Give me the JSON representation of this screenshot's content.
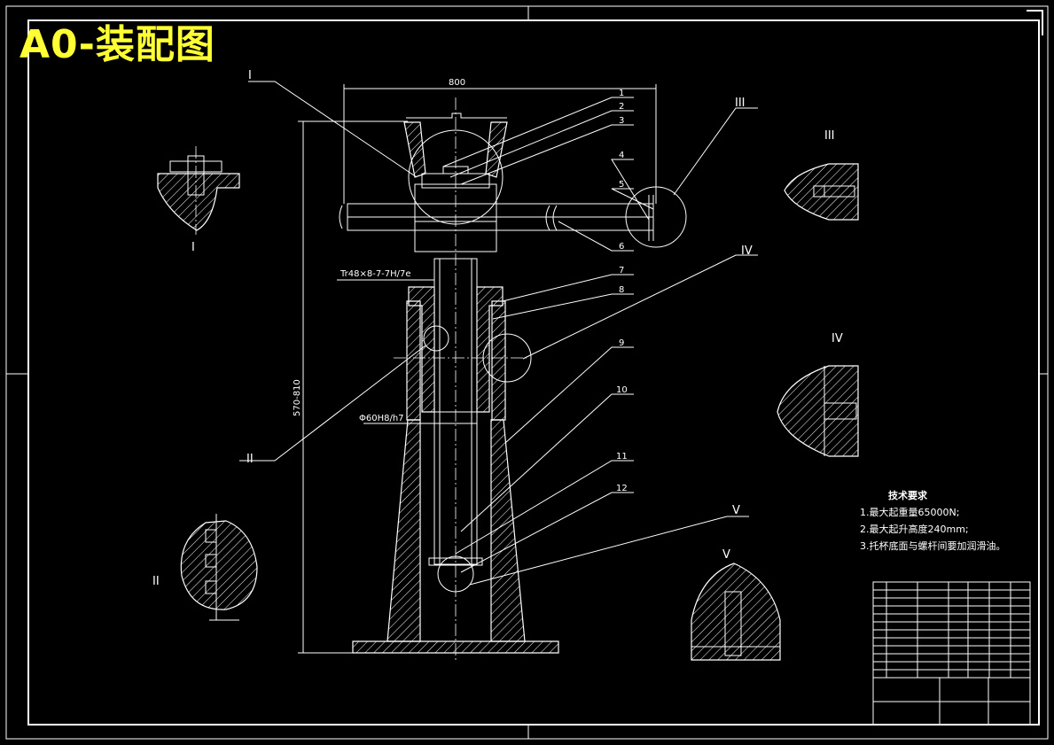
{
  "drawing": {
    "title": "A0-装配图",
    "dimensions": {
      "width": "800",
      "height": "570-810",
      "thread": "Tr48×8-7-7H/7e",
      "fit": "Φ60H8/h7"
    },
    "part_callouts": [
      "1",
      "2",
      "3",
      "4",
      "5",
      "6",
      "7",
      "8",
      "9",
      "10",
      "11",
      "12"
    ],
    "detail_callouts": [
      "I",
      "II",
      "III",
      "IV",
      "V"
    ],
    "detail_views": [
      "I",
      "II",
      "III",
      "IV",
      "V"
    ],
    "tech_requirements": {
      "heading": "技术要求",
      "items": [
        "1.最大起重量65000N;",
        "2.最大起升高度240mm;",
        "3.托杯底面与螺杆间要加润滑油。"
      ]
    },
    "colors": {
      "background": "#000000",
      "lines": "#ffffff",
      "title": "#ffff33"
    }
  }
}
